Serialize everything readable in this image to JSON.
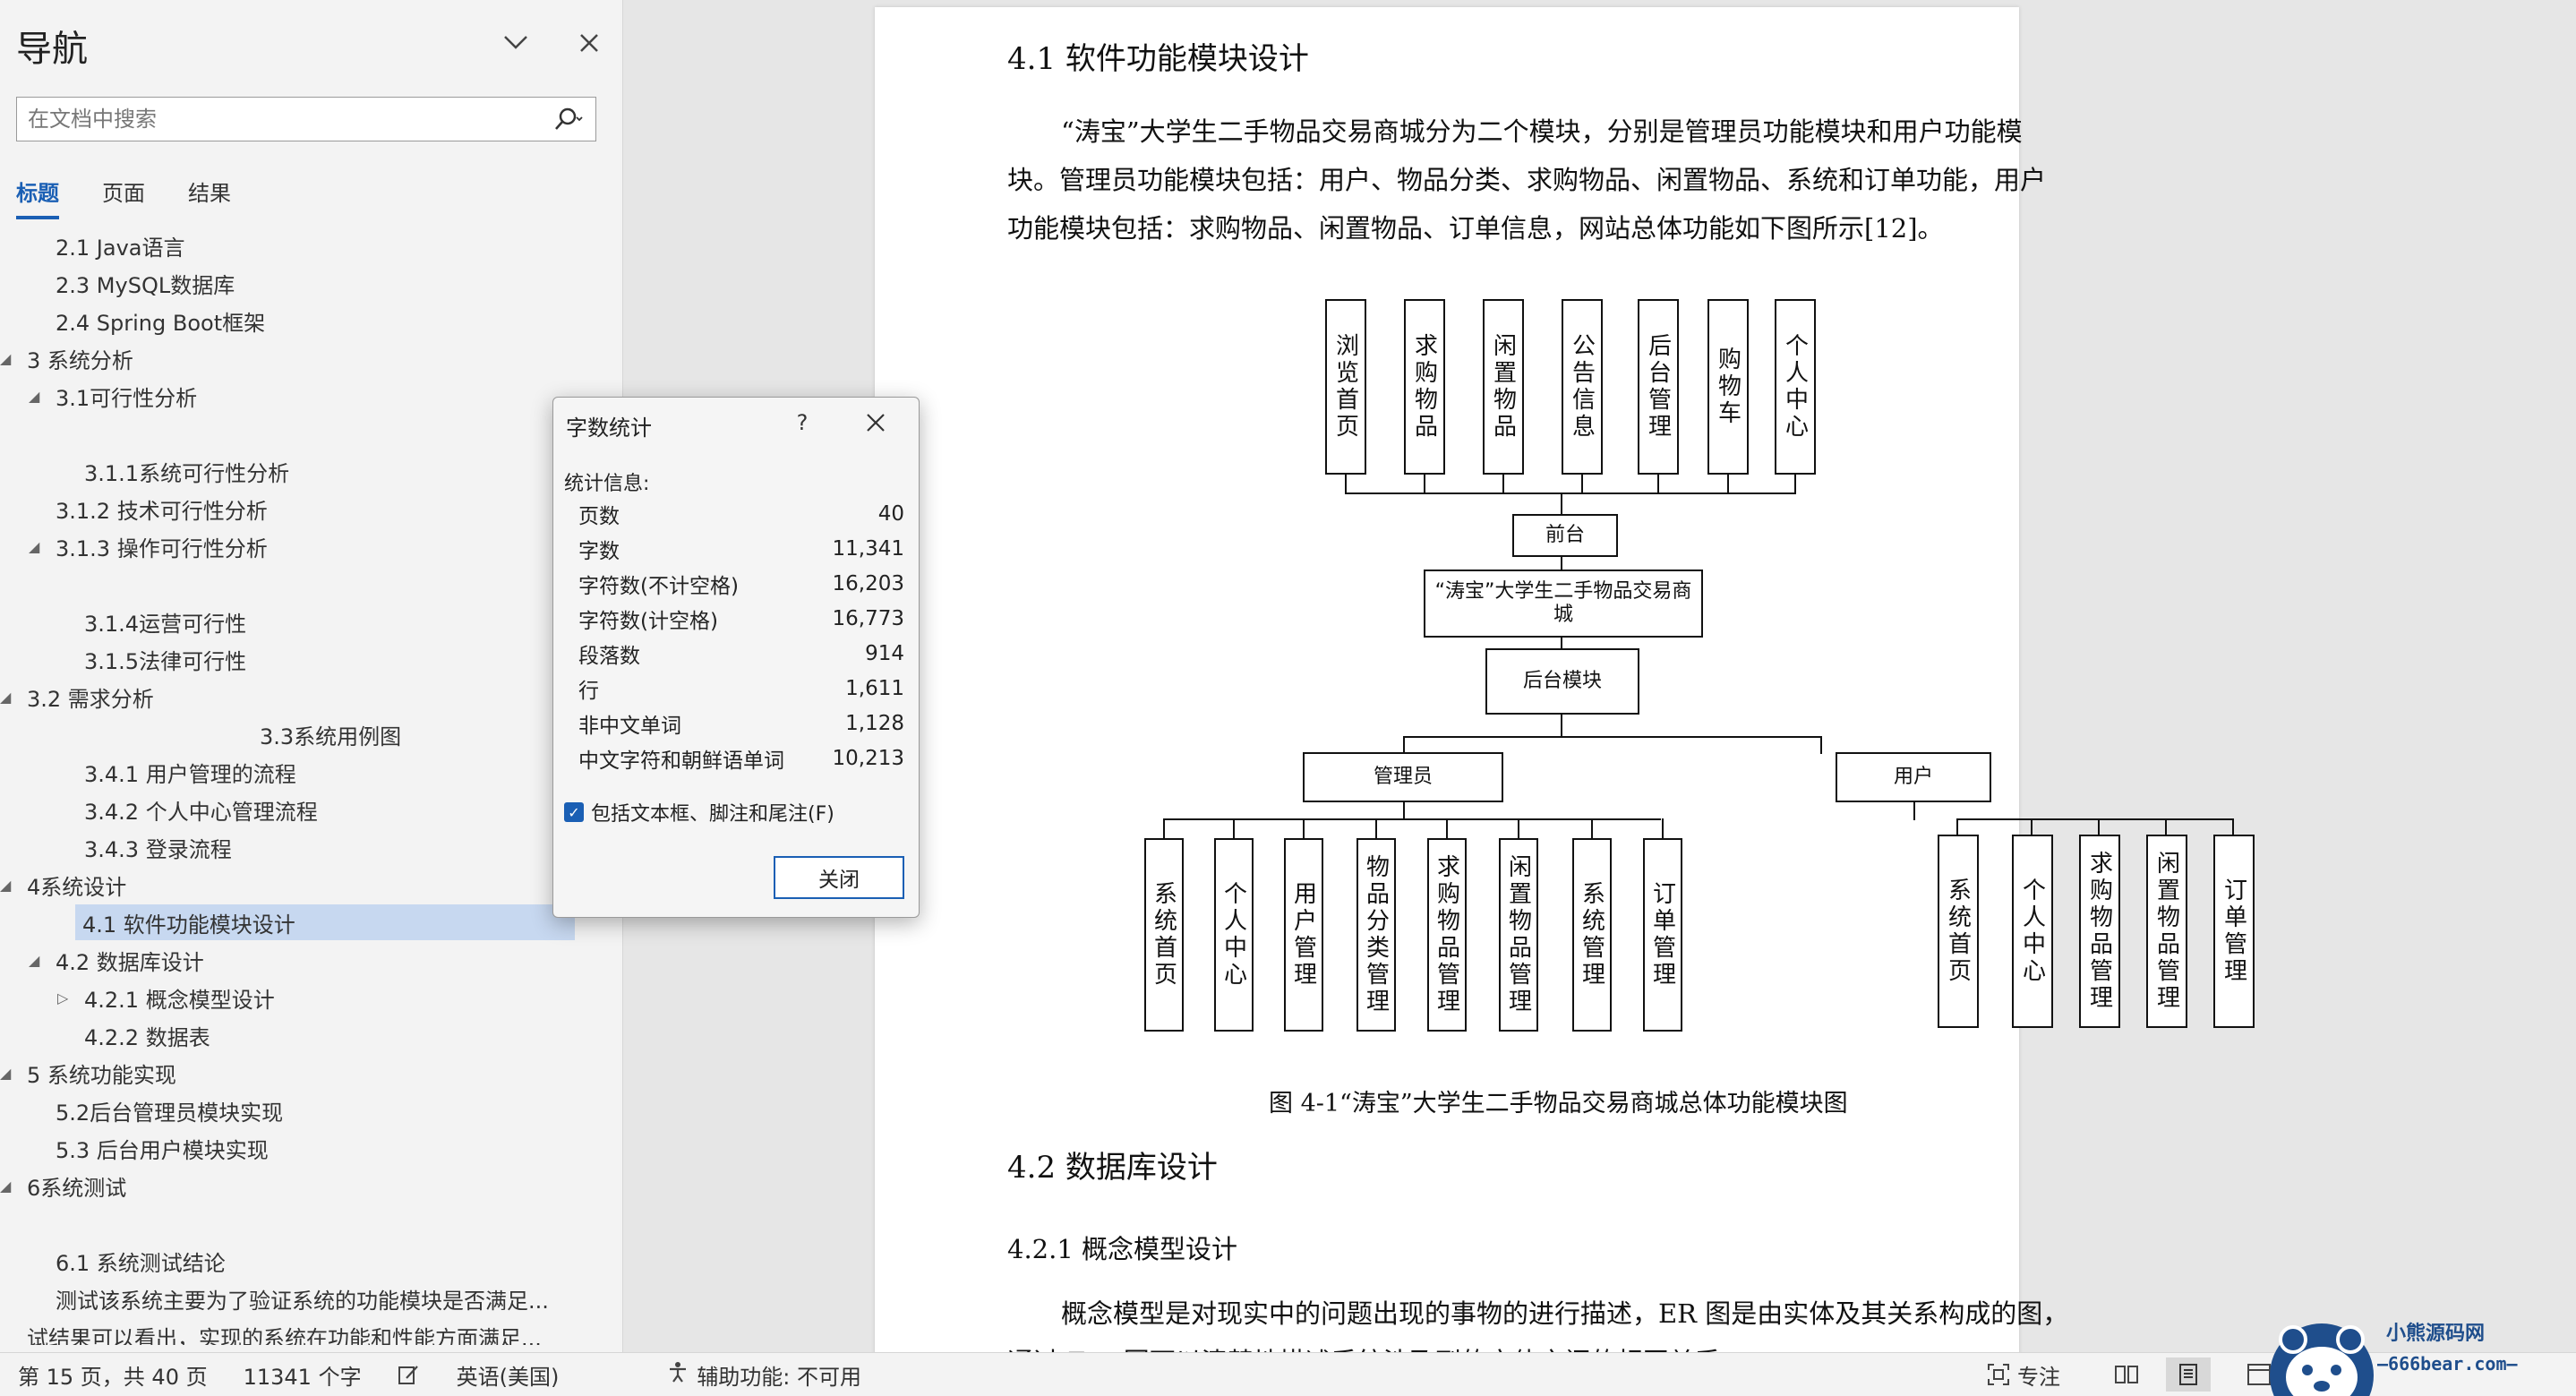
{
  "nav": {
    "title": "导航",
    "search_placeholder": "在文档中搜索",
    "tabs": [
      "标题",
      "页面",
      "结果"
    ],
    "items": [
      {
        "label": "2.1 Java语言",
        "level": 2
      },
      {
        "label": "2.3 MySQL数据库",
        "level": 2
      },
      {
        "label": "2.4 Spring Boot框架",
        "level": 2
      },
      {
        "label": "3 系统分析",
        "level": 1,
        "expanded": true
      },
      {
        "label": "3.1可行性分析",
        "level": 2,
        "expanded": true
      },
      {
        "label": "3.1.1系统可行性分析",
        "level": 3
      },
      {
        "label": "3.1.2 技术可行性分析",
        "level": 2
      },
      {
        "label": "3.1.3 操作可行性分析",
        "level": 2,
        "expanded": true
      },
      {
        "label": "3.1.4运营可行性",
        "level": 3
      },
      {
        "label": "3.1.5法律可行性",
        "level": 3
      },
      {
        "label": "3.2 需求分析",
        "level": 1,
        "expanded": true
      },
      {
        "label": "3.3系统用例图",
        "level": 4
      },
      {
        "label": "3.4.1 用户管理的流程",
        "level": 3
      },
      {
        "label": "3.4.2 个人中心管理流程",
        "level": 3
      },
      {
        "label": "3.4.3 登录流程",
        "level": 3
      },
      {
        "label": "4系统设计",
        "level": 1,
        "expanded": true
      },
      {
        "label": "4.1 软件功能模块设计",
        "level": 2,
        "selected": true
      },
      {
        "label": "4.2 数据库设计",
        "level": 2,
        "expanded": true
      },
      {
        "label": "4.2.1 概念模型设计",
        "level": 3,
        "collapsed": true
      },
      {
        "label": "4.2.2 数据表",
        "level": 3
      },
      {
        "label": "5 系统功能实现",
        "level": 1,
        "expanded": true
      },
      {
        "label": "5.2后台管理员模块实现",
        "level": 2
      },
      {
        "label": "5.3 后台用户模块实现",
        "level": 2
      },
      {
        "label": "6系统测试",
        "level": 1,
        "expanded": true
      },
      {
        "label": "6.1 系统测试结论",
        "level": 2
      },
      {
        "label": "测试该系统主要为了验证系统的功能模块是否满足...",
        "level": 2
      },
      {
        "label": "试结果可以看出，实现的系统在功能和性能方面满足...",
        "level": 1
      }
    ]
  },
  "doc": {
    "heading_41": "4.1  软件功能模块设计",
    "para1_lines": [
      "“涛宝”大学生二手物品交易商城分为二个模块，分别是管理员功能模块和用户功能模",
      "块。管理员功能模块包括：用户、物品分类、求购物品、闲置物品、系统和订单功能，用户",
      "功能模块包括：求购物品、闲置物品、订单信息，网站总体功能如下图所示[12]。"
    ],
    "figure": {
      "top_items": [
        "浏览首页",
        "求购物品",
        "闲置物品",
        "公告信息",
        "后台管理",
        "购物车",
        "个人中心"
      ],
      "front": "前台",
      "root": "“涛宝”大学生二手物品交易商城",
      "back": "后台模块",
      "admin": "管理员",
      "user": "用户",
      "admin_items": [
        "系统首页",
        "个人中心",
        "用户管理",
        "物品分类管理",
        "求购物品管理",
        "闲置物品管理",
        "系统管理",
        "订单管理"
      ],
      "user_items": [
        "系统首页",
        "个人中心",
        "求购物品管理",
        "闲置物品管理",
        "订单管理"
      ],
      "caption": "图 4-1“涛宝”大学生二手物品交易商城总体功能模块图"
    },
    "heading_42": "4.2  数据库设计",
    "heading_421": "4.2.1  概念模型设计",
    "para2_lines": [
      "概念模型是对现实中的问题出现的事物的进行描述，ER 图是由实体及其关系构成的图，",
      "通过 E-R 图可以清楚地描述系统涉及到的实体之间的相互关系。"
    ]
  },
  "dialog": {
    "title": "字数统计",
    "help": "?",
    "heading": "统计信息:",
    "stats": [
      {
        "label": "页数",
        "value": "40"
      },
      {
        "label": "字数",
        "value": "11,341"
      },
      {
        "label": "字符数(不计空格)",
        "value": "16,203"
      },
      {
        "label": "字符数(计空格)",
        "value": "16,773"
      },
      {
        "label": "段落数",
        "value": "914"
      },
      {
        "label": "行",
        "value": "1,611"
      },
      {
        "label": "非中文单词",
        "value": "1,128"
      },
      {
        "label": "中文字符和朝鲜语单词",
        "value": "10,213"
      }
    ],
    "checkbox_label": "包括文本框、脚注和尾注(F)",
    "close_label": "关闭"
  },
  "status": {
    "page": "第 15 页，共 40 页",
    "words": "11341 个字",
    "language": "英语(美国)",
    "accessibility": "辅助功能: 不可用",
    "focus": "专注"
  },
  "watermark": {
    "brand": "小熊源码网",
    "url": "—666bear.com—"
  }
}
